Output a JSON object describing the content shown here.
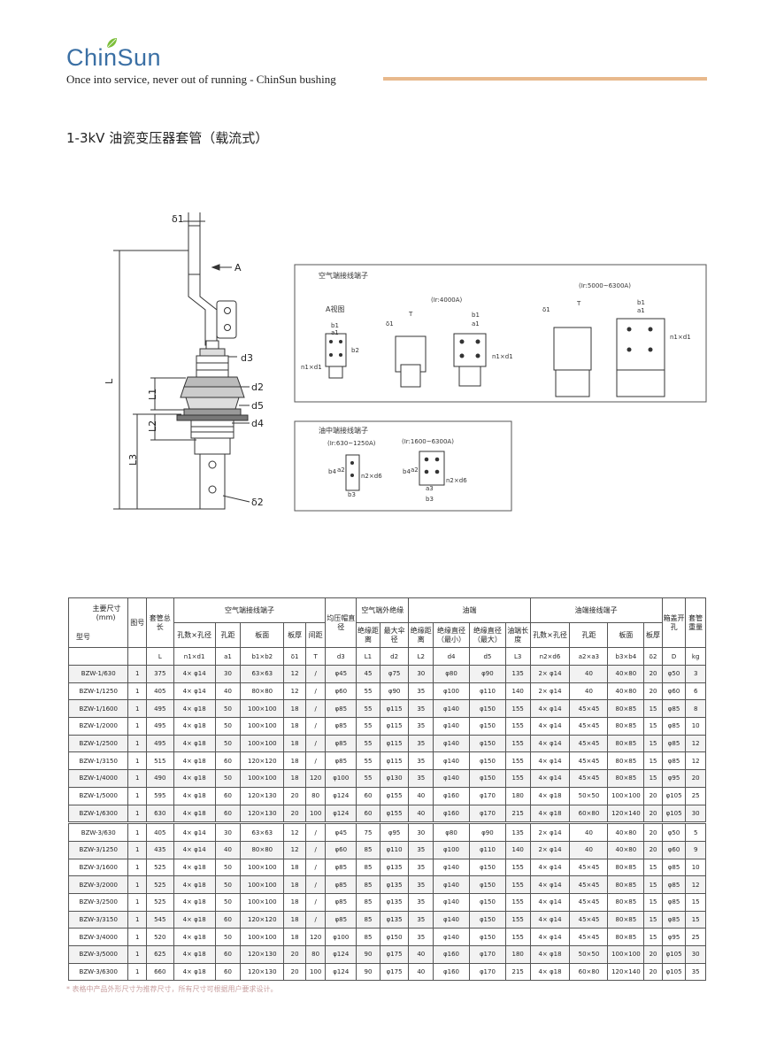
{
  "header": {
    "logo": "ChinSun",
    "tagline": "Once into service, never out of running - ChinSun bushing",
    "accent_color": "#e8b98c",
    "logo_color": "#3a6fa4"
  },
  "title": "1-3kV 油瓷变压器套管（载流式）",
  "drawing": {
    "labels": {
      "delta1": "δ1",
      "arrowA": "A",
      "d3": "d3",
      "d2": "d2",
      "d5": "d5",
      "d4": "d4",
      "L": "L",
      "L1": "L1",
      "L2": "L2",
      "L3": "L3",
      "delta2": "δ2"
    }
  },
  "panel_air": {
    "caption": "空气端接线端子",
    "viewA": "A视图",
    "ir4000": "(Ir:4000A)",
    "ir6300": "(Ir:5000~6300A)",
    "labels": {
      "b1": "b1",
      "a1": "a1",
      "b2": "b2",
      "n1d1": "n1×d1",
      "T": "T",
      "delta1": "δ1"
    }
  },
  "panel_oil": {
    "caption": "油中端接线端子",
    "ir1250": "(Ir:630~1250A)",
    "ir6300": "(Ir:1600~6300A)",
    "labels": {
      "b4": "b4",
      "a2": "a2",
      "a3": "a3",
      "b3": "b3",
      "n2d6": "n2×d6"
    }
  },
  "table": {
    "corner_top": "主要尺寸",
    "corner_unit": "(mm)",
    "corner_bottom": "型号",
    "fig_no": "图号",
    "total_len": "套管总长",
    "air_terminal": "空气端接线端子",
    "grading_cap": "均压帽直径",
    "air_insulation": "空气端外绝缘",
    "oil_end": "油端",
    "oil_terminal": "油端接线端子",
    "cover_hole": "箱盖开孔",
    "weight": "套管重量",
    "sub": {
      "holes_air": "孔数×孔径",
      "pitch_air": "孔距",
      "plate_air": "板面",
      "thick_air": "板厚",
      "gap": "间距",
      "creep_air": "绝缘距离",
      "max_shed": "最大伞径",
      "creep_oil": "绝缘距离",
      "dia_min": "绝缘直径（最小）",
      "dia_max": "绝缘直径（最大）",
      "oil_len": "油端长度",
      "holes_oil": "孔数×孔径",
      "pitch_oil": "孔距",
      "plate_oil": "板面",
      "thick_oil": "板厚"
    },
    "symbols": [
      "L",
      "n1×d1",
      "a1",
      "b1×b2",
      "δ1",
      "T",
      "d3",
      "L1",
      "d2",
      "L2",
      "d4",
      "d5",
      "L3",
      "n2×d6",
      "a2×a3",
      "b3×b4",
      "δ2",
      "D",
      "kg"
    ],
    "rows": [
      [
        "BZW-1/630",
        "1",
        "375",
        "4× φ14",
        "30",
        "63×63",
        "12",
        "/",
        "φ45",
        "45",
        "φ75",
        "30",
        "φ80",
        "φ90",
        "135",
        "2× φ14",
        "40",
        "40×80",
        "20",
        "φ50",
        "3"
      ],
      [
        "BZW-1/1250",
        "1",
        "405",
        "4× φ14",
        "40",
        "80×80",
        "12",
        "/",
        "φ60",
        "55",
        "φ90",
        "35",
        "φ100",
        "φ110",
        "140",
        "2× φ14",
        "40",
        "40×80",
        "20",
        "φ60",
        "6"
      ],
      [
        "BZW-1/1600",
        "1",
        "495",
        "4× φ18",
        "50",
        "100×100",
        "18",
        "/",
        "φ85",
        "55",
        "φ115",
        "35",
        "φ140",
        "φ150",
        "155",
        "4× φ14",
        "45×45",
        "80×85",
        "15",
        "φ85",
        "8"
      ],
      [
        "BZW-1/2000",
        "1",
        "495",
        "4× φ18",
        "50",
        "100×100",
        "18",
        "/",
        "φ85",
        "55",
        "φ115",
        "35",
        "φ140",
        "φ150",
        "155",
        "4× φ14",
        "45×45",
        "80×85",
        "15",
        "φ85",
        "10"
      ],
      [
        "BZW-1/2500",
        "1",
        "495",
        "4× φ18",
        "50",
        "100×100",
        "18",
        "/",
        "φ85",
        "55",
        "φ115",
        "35",
        "φ140",
        "φ150",
        "155",
        "4× φ14",
        "45×45",
        "80×85",
        "15",
        "φ85",
        "12"
      ],
      [
        "BZW-1/3150",
        "1",
        "515",
        "4× φ18",
        "60",
        "120×120",
        "18",
        "/",
        "φ85",
        "55",
        "φ115",
        "35",
        "φ140",
        "φ150",
        "155",
        "4× φ14",
        "45×45",
        "80×85",
        "15",
        "φ85",
        "12"
      ],
      [
        "BZW-1/4000",
        "1",
        "490",
        "4× φ18",
        "50",
        "100×100",
        "18",
        "120",
        "φ100",
        "55",
        "φ130",
        "35",
        "φ140",
        "φ150",
        "155",
        "4× φ14",
        "45×45",
        "80×85",
        "15",
        "φ95",
        "20"
      ],
      [
        "BZW-1/5000",
        "1",
        "595",
        "4× φ18",
        "60",
        "120×130",
        "20",
        "80",
        "φ124",
        "60",
        "φ155",
        "40",
        "φ160",
        "φ170",
        "180",
        "4× φ18",
        "50×50",
        "100×100",
        "20",
        "φ105",
        "25"
      ],
      [
        "BZW-1/6300",
        "1",
        "630",
        "4× φ18",
        "60",
        "120×130",
        "20",
        "100",
        "φ124",
        "60",
        "φ155",
        "40",
        "φ160",
        "φ170",
        "215",
        "4× φ18",
        "60×80",
        "120×140",
        "20",
        "φ105",
        "30"
      ],
      [
        "BZW-3/630",
        "1",
        "405",
        "4× φ14",
        "30",
        "63×63",
        "12",
        "/",
        "φ45",
        "75",
        "φ95",
        "30",
        "φ80",
        "φ90",
        "135",
        "2× φ14",
        "40",
        "40×80",
        "20",
        "φ50",
        "5"
      ],
      [
        "BZW-3/1250",
        "1",
        "435",
        "4× φ14",
        "40",
        "80×80",
        "12",
        "/",
        "φ60",
        "85",
        "φ110",
        "35",
        "φ100",
        "φ110",
        "140",
        "2× φ14",
        "40",
        "40×80",
        "20",
        "φ60",
        "9"
      ],
      [
        "BZW-3/1600",
        "1",
        "525",
        "4× φ18",
        "50",
        "100×100",
        "18",
        "/",
        "φ85",
        "85",
        "φ135",
        "35",
        "φ140",
        "φ150",
        "155",
        "4× φ14",
        "45×45",
        "80×85",
        "15",
        "φ85",
        "10"
      ],
      [
        "BZW-3/2000",
        "1",
        "525",
        "4× φ18",
        "50",
        "100×100",
        "18",
        "/",
        "φ85",
        "85",
        "φ135",
        "35",
        "φ140",
        "φ150",
        "155",
        "4× φ14",
        "45×45",
        "80×85",
        "15",
        "φ85",
        "12"
      ],
      [
        "BZW-3/2500",
        "1",
        "525",
        "4× φ18",
        "50",
        "100×100",
        "18",
        "/",
        "φ85",
        "85",
        "φ135",
        "35",
        "φ140",
        "φ150",
        "155",
        "4× φ14",
        "45×45",
        "80×85",
        "15",
        "φ85",
        "15"
      ],
      [
        "BZW-3/3150",
        "1",
        "545",
        "4× φ18",
        "60",
        "120×120",
        "18",
        "/",
        "φ85",
        "85",
        "φ135",
        "35",
        "φ140",
        "φ150",
        "155",
        "4× φ14",
        "45×45",
        "80×85",
        "15",
        "φ85",
        "15"
      ],
      [
        "BZW-3/4000",
        "1",
        "520",
        "4× φ18",
        "50",
        "100×100",
        "18",
        "120",
        "φ100",
        "85",
        "φ150",
        "35",
        "φ140",
        "φ150",
        "155",
        "4× φ14",
        "45×45",
        "80×85",
        "15",
        "φ95",
        "25"
      ],
      [
        "BZW-3/5000",
        "1",
        "625",
        "4× φ18",
        "60",
        "120×130",
        "20",
        "80",
        "φ124",
        "90",
        "φ175",
        "40",
        "φ160",
        "φ170",
        "180",
        "4× φ18",
        "50×50",
        "100×100",
        "20",
        "φ105",
        "30"
      ],
      [
        "BZW-3/6300",
        "1",
        "660",
        "4× φ18",
        "60",
        "120×130",
        "20",
        "100",
        "φ124",
        "90",
        "φ175",
        "40",
        "φ160",
        "φ170",
        "215",
        "4× φ18",
        "60×80",
        "120×140",
        "20",
        "φ105",
        "35"
      ]
    ]
  },
  "note": "* 表格中产品外形尺寸为推荐尺寸，所有尺寸可根据用户要求设计。"
}
